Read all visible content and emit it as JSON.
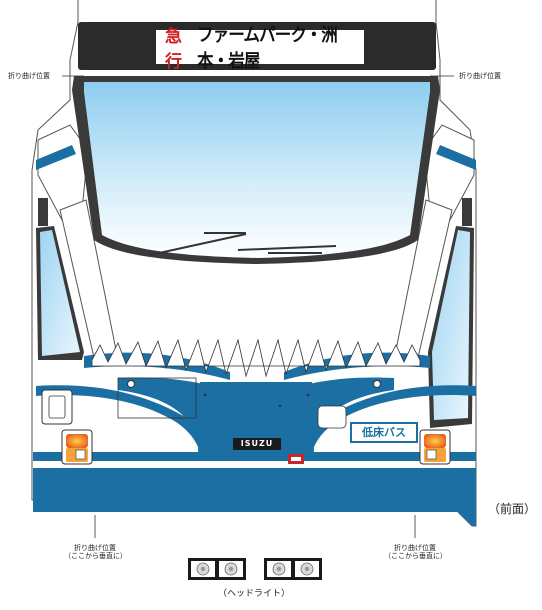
{
  "destination_sign": {
    "type_label": "急行",
    "destination": "ファームパーク・洲本・岩屋"
  },
  "fold_labels": {
    "top_left": "折り曲げ位置",
    "top_right": "折り曲げ位置",
    "bottom_left_line1": "折り曲げ位置",
    "bottom_left_line2": "（ここから垂直に）",
    "bottom_right_line1": "折り曲げ位置",
    "bottom_right_line2": "（ここから垂直に）"
  },
  "brand_badge": "ISUZU",
  "low_floor_label": "低床バス",
  "view_label": "（前面）",
  "headlight_label": "（ヘッドライト）",
  "colors": {
    "body_blue": "#1b6fa2",
    "windshield_blue": "#bfe3f5",
    "frame_dark": "#3a3a3a",
    "tail_orange": "#f08a1c"
  }
}
